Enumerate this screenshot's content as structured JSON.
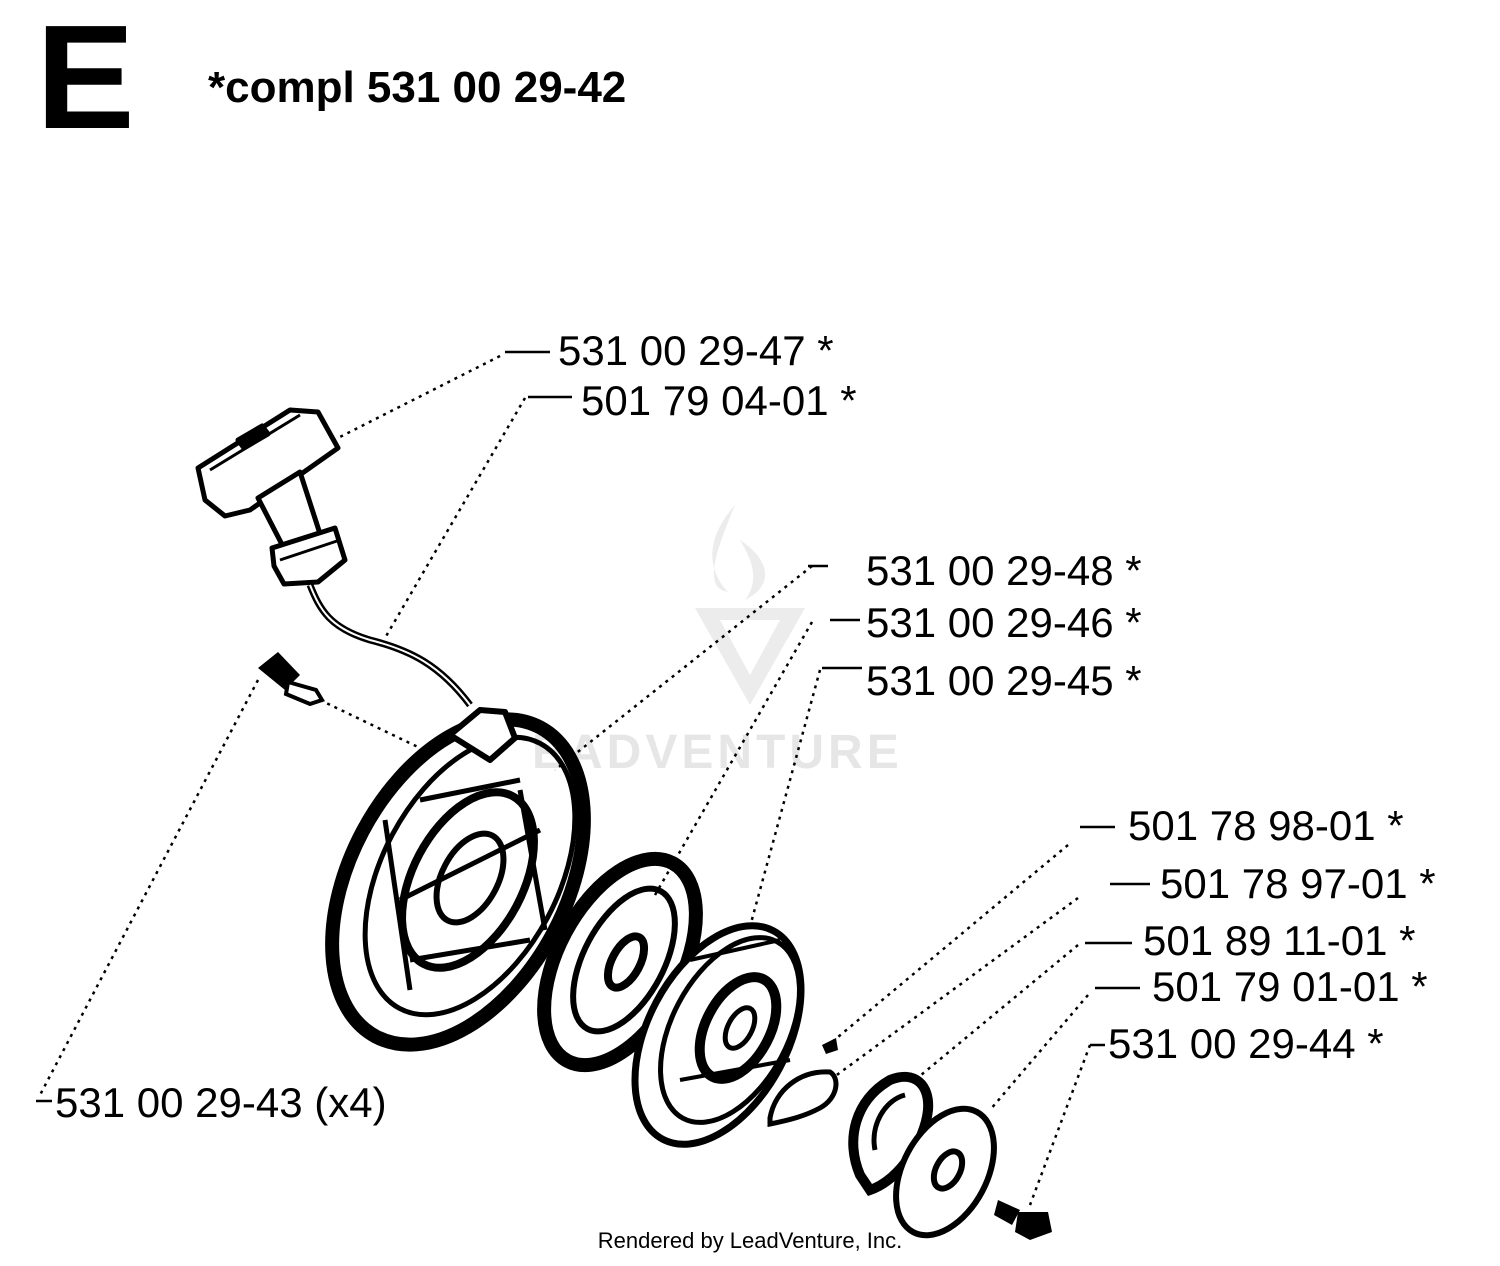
{
  "header": {
    "section_letter": "E",
    "assembly_title": "*compl 531 00 29-42"
  },
  "parts": [
    {
      "part_number": "531 00 29-47 *",
      "component": "starter-handle"
    },
    {
      "part_number": "501 79 04-01 *",
      "component": "starter-rope"
    },
    {
      "part_number": "531 00 29-48 *",
      "component": "starter-housing"
    },
    {
      "part_number": "531 00 29-46 *",
      "component": "recoil-spring-cassette"
    },
    {
      "part_number": "531 00 29-45 *",
      "component": "rope-pulley"
    },
    {
      "part_number": "501 78 98-01 *",
      "component": "pawl-spring"
    },
    {
      "part_number": "501 78 97-01 *",
      "component": "pawl"
    },
    {
      "part_number": "501 89 11-01 *",
      "component": "friction-plate"
    },
    {
      "part_number": "501 79 01-01 *",
      "component": "washer"
    },
    {
      "part_number": "531 00 29-44 *",
      "component": "center-screw"
    },
    {
      "part_number": "531 00 29-43 (x4)",
      "component": "housing-screw"
    }
  ],
  "watermark": {
    "text": "EADVENTURE"
  },
  "footer": {
    "credit": "Rendered by LeadVenture, Inc."
  },
  "colors": {
    "ink": "#000000",
    "watermark": "#e6e6e6",
    "background": "#ffffff"
  }
}
